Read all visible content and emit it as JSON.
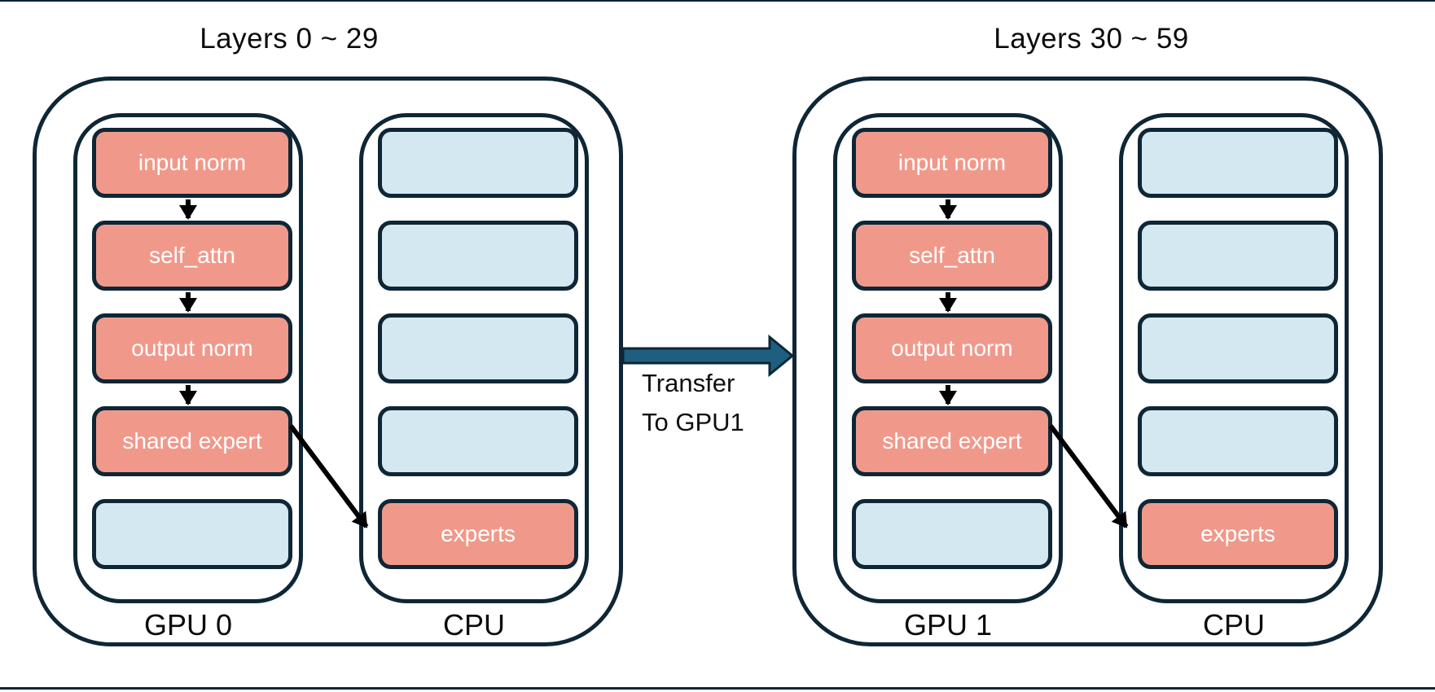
{
  "page": {
    "background": "#ffffff",
    "edge_line_color": "#0d2433"
  },
  "colors": {
    "outline_navy": "#0e2635",
    "salmon_fill": "#f0998b",
    "light_blue_fill": "#d3e8f0",
    "flow_arrow_black": "#000000",
    "transfer_arrow_fill": "#1e5f80",
    "title_text": "#0b0b0b",
    "box_text": "#ffffff"
  },
  "transfer": {
    "label_line1": "Transfer",
    "label_line2": "To GPU1"
  },
  "groups": [
    {
      "title": "Layers 0 ~ 29",
      "gpu": {
        "label": "GPU 0",
        "boxes": [
          {
            "label": "input norm",
            "type": "salmon"
          },
          {
            "label": "self_attn",
            "type": "salmon"
          },
          {
            "label": "output norm",
            "type": "salmon"
          },
          {
            "label": "shared expert",
            "type": "salmon"
          },
          {
            "label": "",
            "type": "blue"
          }
        ]
      },
      "cpu": {
        "label": "CPU",
        "boxes": [
          {
            "label": "",
            "type": "blue"
          },
          {
            "label": "",
            "type": "blue"
          },
          {
            "label": "",
            "type": "blue"
          },
          {
            "label": "",
            "type": "blue"
          },
          {
            "label": "experts",
            "type": "salmon"
          }
        ]
      }
    },
    {
      "title": "Layers 30 ~ 59",
      "gpu": {
        "label": "GPU 1",
        "boxes": [
          {
            "label": "input norm",
            "type": "salmon"
          },
          {
            "label": "self_attn",
            "type": "salmon"
          },
          {
            "label": "output norm",
            "type": "salmon"
          },
          {
            "label": "shared expert",
            "type": "salmon"
          },
          {
            "label": "",
            "type": "blue"
          }
        ]
      },
      "cpu": {
        "label": "CPU",
        "boxes": [
          {
            "label": "",
            "type": "blue"
          },
          {
            "label": "",
            "type": "blue"
          },
          {
            "label": "",
            "type": "blue"
          },
          {
            "label": "",
            "type": "blue"
          },
          {
            "label": "experts",
            "type": "salmon"
          }
        ]
      }
    }
  ]
}
